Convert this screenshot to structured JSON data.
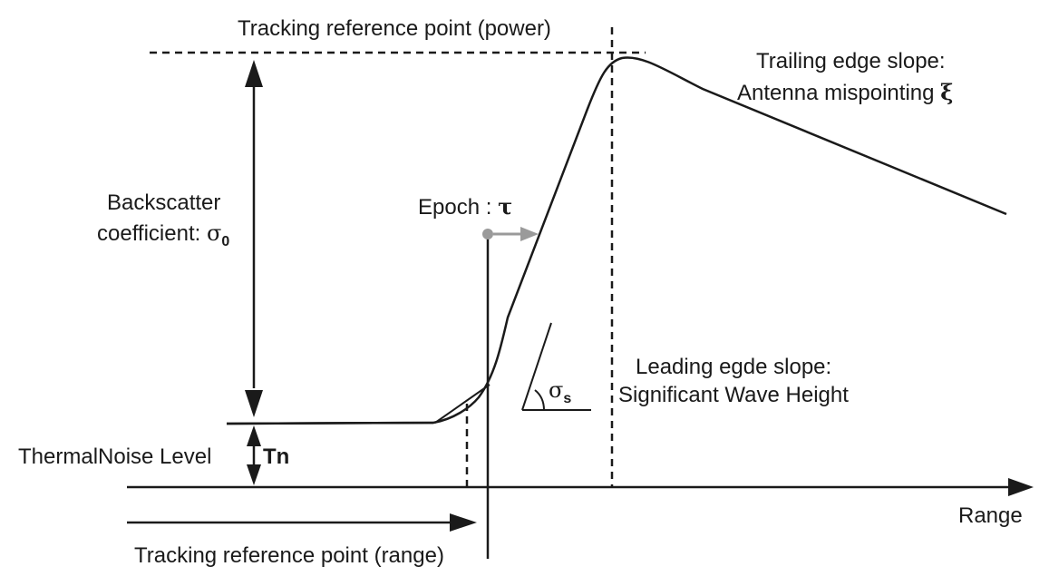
{
  "labels": {
    "tracking_power": "Tracking reference point (power)",
    "trailing_line1": "Trailing edge slope:",
    "trailing_line2": "Antenna mispointing",
    "trailing_symbol": "ξ",
    "backscatter_line1": "Backscatter",
    "backscatter_line2": "coefficient:",
    "backscatter_symbol": "σ",
    "backscatter_sub": "0",
    "epoch": "Epoch :",
    "epoch_symbol": "τ",
    "sigma_s_symbol": "σ",
    "sigma_s_sub": "s",
    "leading_line1": "Leading egde slope:",
    "leading_line2": "Significant Wave Height",
    "thermal": "ThermalNoise Level",
    "tn": "Tn",
    "range": "Range",
    "tracking_range": "Tracking reference point (range)"
  },
  "colors": {
    "line": "#1a1a1a",
    "epoch_marker": "#9a9a9a"
  }
}
